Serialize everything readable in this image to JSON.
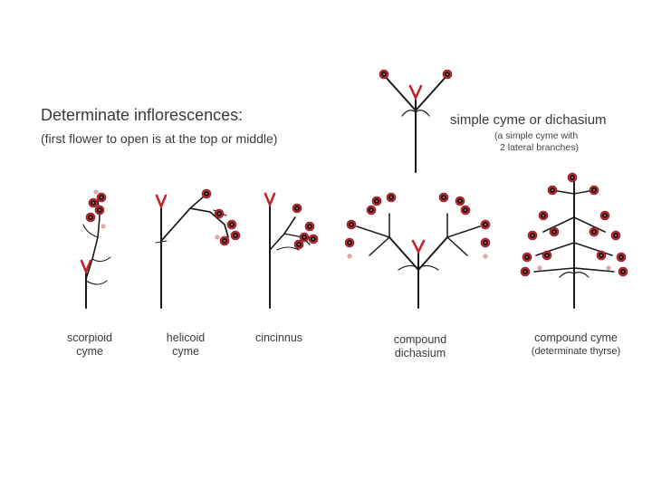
{
  "heading": {
    "title": "Determinate inflorescences:",
    "subtitle": "(first flower to open is at the top or middle)"
  },
  "dichasium": {
    "title": "simple cyme or dichasium",
    "note_line1": "(a simple cyme with",
    "note_line2": "2 lateral branches)"
  },
  "labels": {
    "scorpioid": [
      "scorpioid",
      "cyme"
    ],
    "helicoid": [
      "helicoid",
      "cyme"
    ],
    "cincinnus": [
      "cincinnus"
    ],
    "compound_dichasium": [
      "compound",
      "dichasium"
    ],
    "compound_cyme": [
      "compound cyme",
      "(determinate thyrse)"
    ]
  },
  "colors": {
    "stem": "#1a1a1a",
    "flower": "#c0262c",
    "bud": "#e6b0b0",
    "text": "#3a3a3a"
  }
}
